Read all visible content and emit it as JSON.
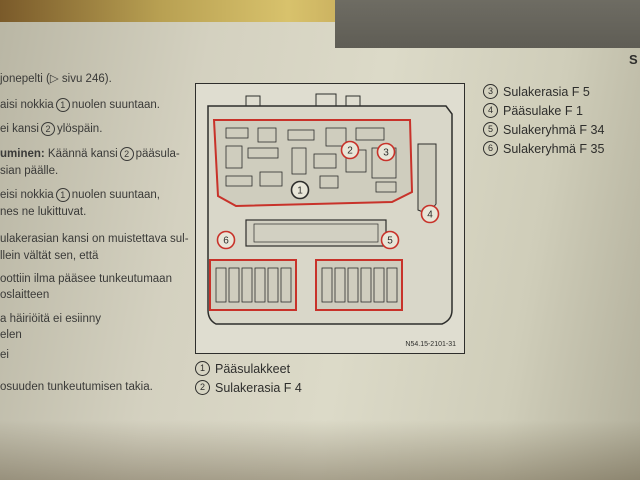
{
  "left_column": {
    "lines": [
      {
        "text": "jonepelti (▷ sivu 246)."
      },
      {
        "pre": "aisi nokkia",
        "num": "1",
        "post": "nuolen suuntaan."
      },
      {
        "pre": "ei kansi",
        "num": "2",
        "post": "ylöspäin."
      },
      {
        "bold": "uminen:",
        "pre": " Käännä kansi",
        "num": "2",
        "post": "pääsula-"
      },
      {
        "text": "sian päälle."
      },
      {
        "pre": "eisi nokkia",
        "num": "1",
        "post": "nuolen suuntaan,"
      },
      {
        "text": "nes ne lukittuvat."
      },
      {
        "text": "ulakerasian kansi on muistettava sul-"
      },
      {
        "text": "llein vältät sen, että"
      },
      {
        "text": "oottiin ilma pääsee tunkeutumaan"
      },
      {
        "text": "oslaitteen"
      },
      {
        "text": "a häiriöitä ei esiinny"
      },
      {
        "text": "elen"
      },
      {
        "text": "ei"
      },
      {
        "text": "osuuden tunkeutumisen takia."
      }
    ]
  },
  "diagram": {
    "reference": "N54.15-2101-31",
    "callouts": [
      "1",
      "2",
      "3",
      "4",
      "5",
      "6"
    ]
  },
  "legend_right": [
    {
      "num": "3",
      "label": "Sulakerasia F 5"
    },
    {
      "num": "4",
      "label": "Pääsulake F 1"
    },
    {
      "num": "5",
      "label": "Sulakeryhmä F 34"
    },
    {
      "num": "6",
      "label": "Sulakeryhmä F 35"
    }
  ],
  "legend_bottom": [
    {
      "num": "1",
      "label": "Pääsulakkeet"
    },
    {
      "num": "2",
      "label": "Sulakerasia F 4"
    }
  ],
  "corner_letter": "S",
  "colors": {
    "fuse_outline": "#c8322a",
    "line": "#2e2e2c",
    "paper": "#d6d4c2"
  }
}
